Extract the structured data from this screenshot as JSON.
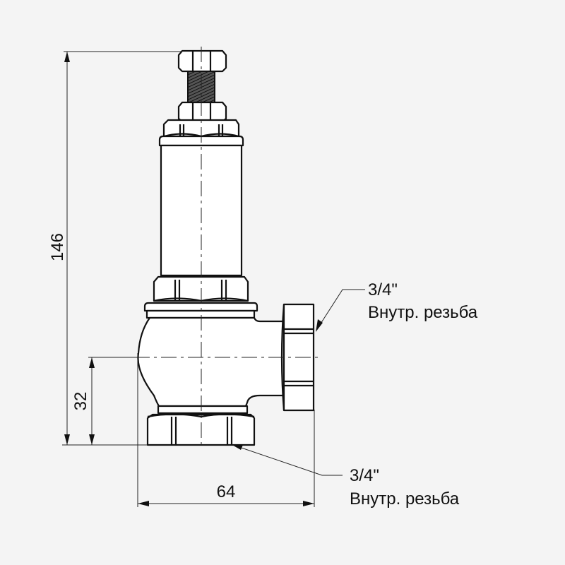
{
  "drawing": {
    "subject": "Safety relief valve, angle body",
    "dimensions": {
      "height_total": "146",
      "inlet_height": "32",
      "width": "64"
    },
    "callouts": {
      "outlet": {
        "size": "3/4\"",
        "type": "Внутр. резьба"
      },
      "inlet": {
        "size": "3/4\"",
        "type": "Внутр. резьба"
      }
    },
    "colors": {
      "background": "#f4f4f4",
      "line": "#111111"
    }
  }
}
